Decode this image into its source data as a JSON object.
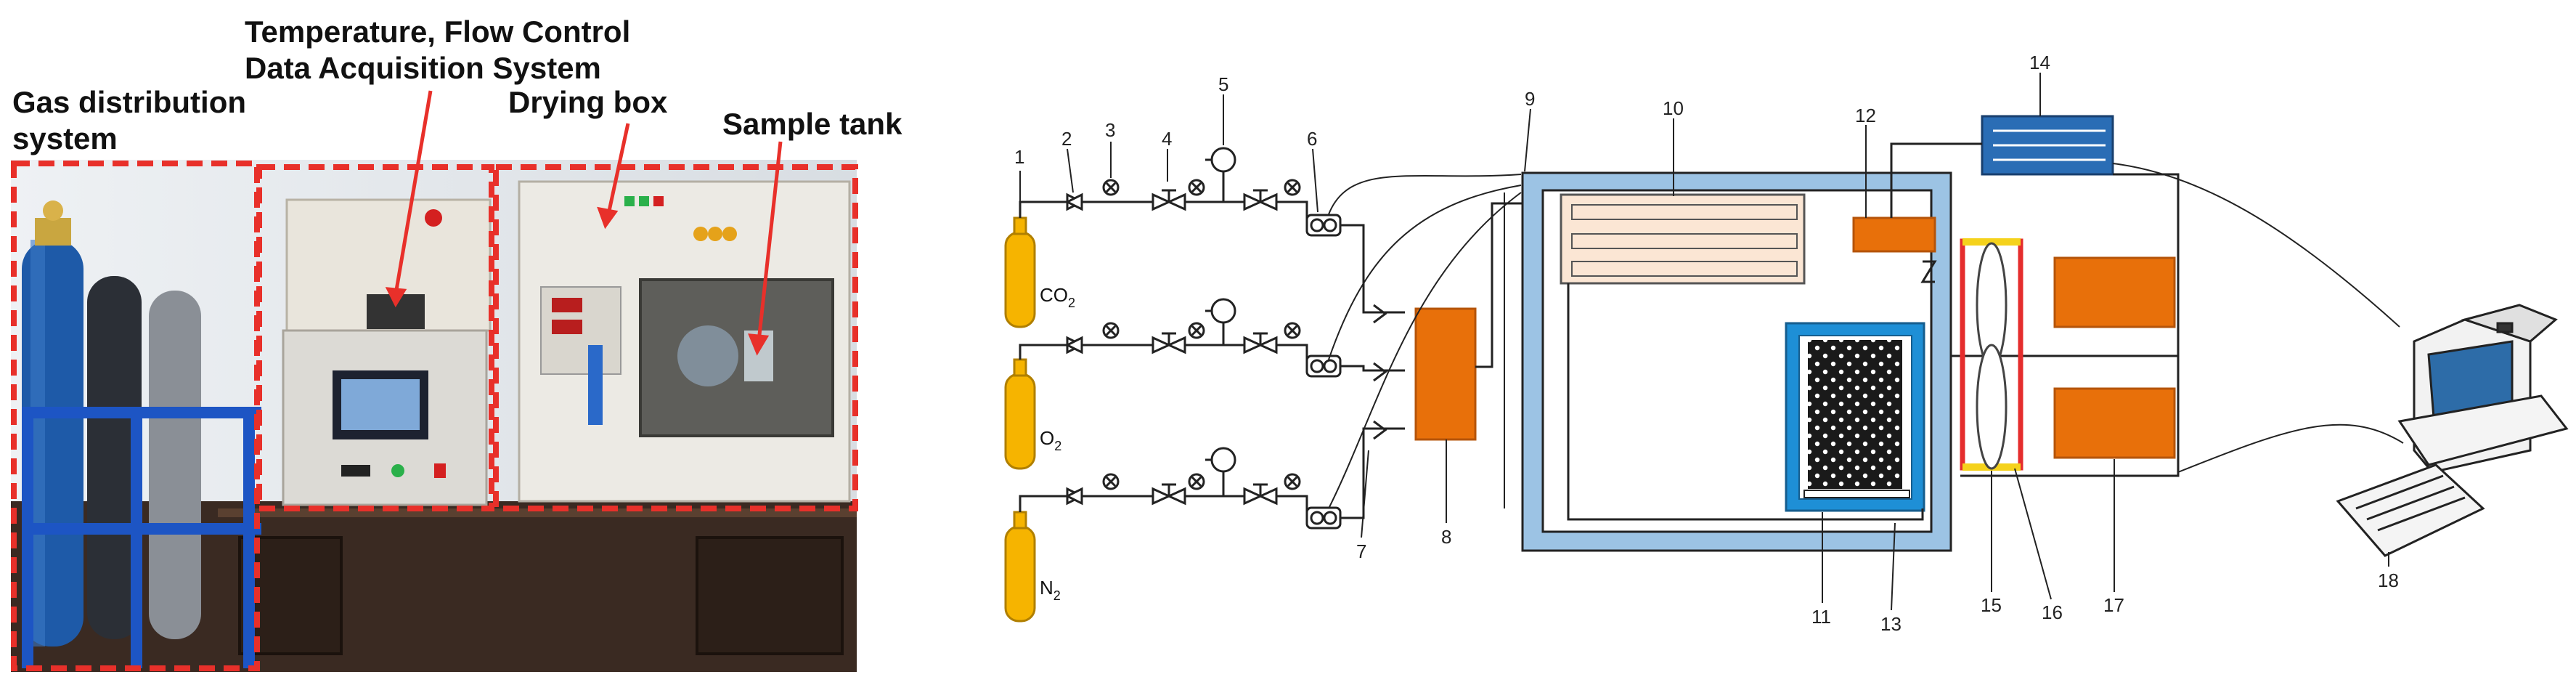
{
  "photo": {
    "labels": {
      "temp_line1": "Temperature, Flow Control",
      "temp_line2": "Data Acquisition System",
      "gas_line1": "Gas distribution",
      "gas_line2": "system",
      "drying_box": "Drying box",
      "sample_tank": "Sample tank"
    },
    "colors": {
      "dash_frame": "#e8302a",
      "cylinder_blue": "#1e5aa8",
      "cabinet_blue": "#1f6fe0"
    }
  },
  "diagram": {
    "numbers": [
      "1",
      "2",
      "3",
      "4",
      "5",
      "6",
      "7",
      "8",
      "9",
      "10",
      "11",
      "12",
      "13",
      "14",
      "15",
      "16",
      "17",
      "18"
    ],
    "gases": {
      "co2_main": "CO",
      "co2_sub": "2",
      "o2_main": "O",
      "o2_sub": "2",
      "n2_main": "N",
      "n2_sub": "2"
    },
    "colors": {
      "cylinder": "#f6b400",
      "orange_box": "#e8700a",
      "chamber": "#9cc3e4",
      "tank": "#1e8fd6",
      "heater": "#fbe6d4",
      "radiator": "#2a6db5",
      "fan_frame": "#e52d2d",
      "fan_bar": "#f5d21c"
    },
    "icons": [
      "gas-cylinder-icon",
      "needle-valve-icon",
      "pressure-gauge-icon",
      "flow-meter-icon",
      "check-valve-icon",
      "computer-icon",
      "keyboard-icon"
    ]
  }
}
